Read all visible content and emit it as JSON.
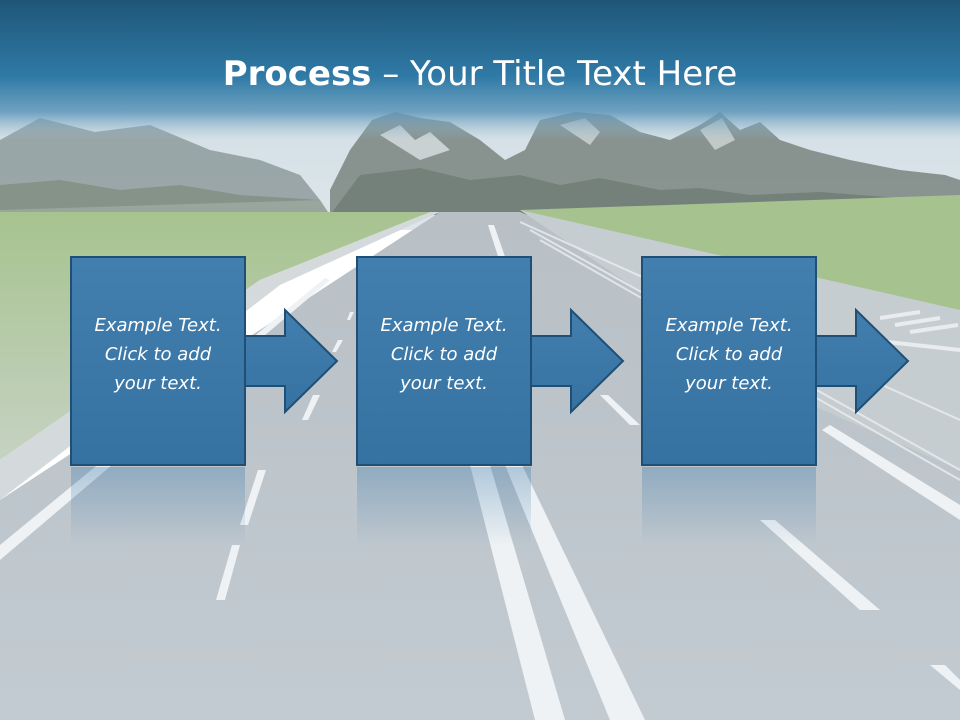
{
  "title": {
    "bold": "Process",
    "rest": " – Your Title Text Here"
  },
  "steps": [
    {
      "text": "Example Text.\nClick  to add\nyour text."
    },
    {
      "text": "Example Text.\nClick  to add\nyour text."
    },
    {
      "text": "Example Text.\nClick  to add\nyour text."
    }
  ],
  "colors": {
    "title_band": "#2f74a0",
    "box_fill": "#3d7aaa",
    "box_stroke": "#1e4f73",
    "road": "#b5bdc4",
    "sky": "#d6e3ea",
    "grass": "#9fbf86",
    "mountain": "#8f9a96"
  }
}
